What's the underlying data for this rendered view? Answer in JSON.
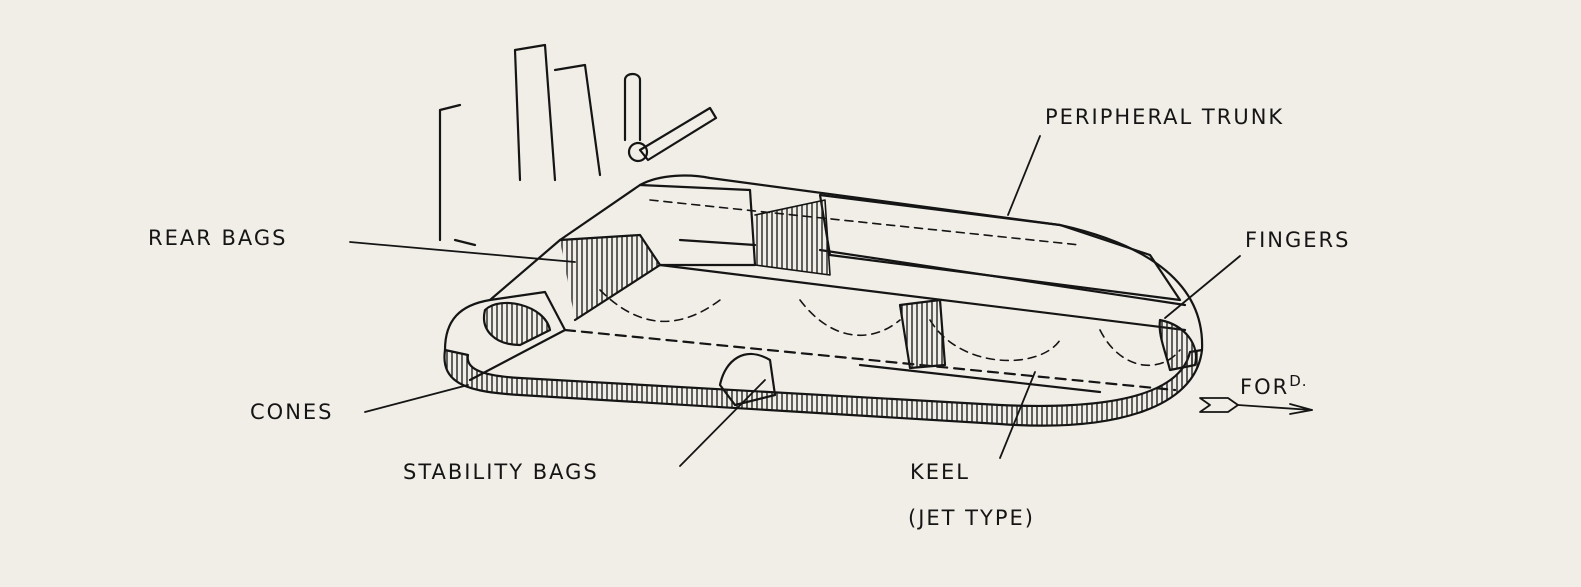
{
  "title": "Hovercraft skirt system",
  "labels": {
    "peripheral_trunk": "PERIPHERAL TRUNK",
    "rear_bags": "REAR BAGS",
    "fingers": "FINGERS",
    "cones": "CONES",
    "stability_bags": "STABILITY BAGS",
    "keel": "KEEL",
    "keel_type": "(JET TYPE)",
    "forward_main": "FOR",
    "forward_sup": "D."
  },
  "colors": {
    "ink": "#151515",
    "paper": "#f1eee7"
  }
}
